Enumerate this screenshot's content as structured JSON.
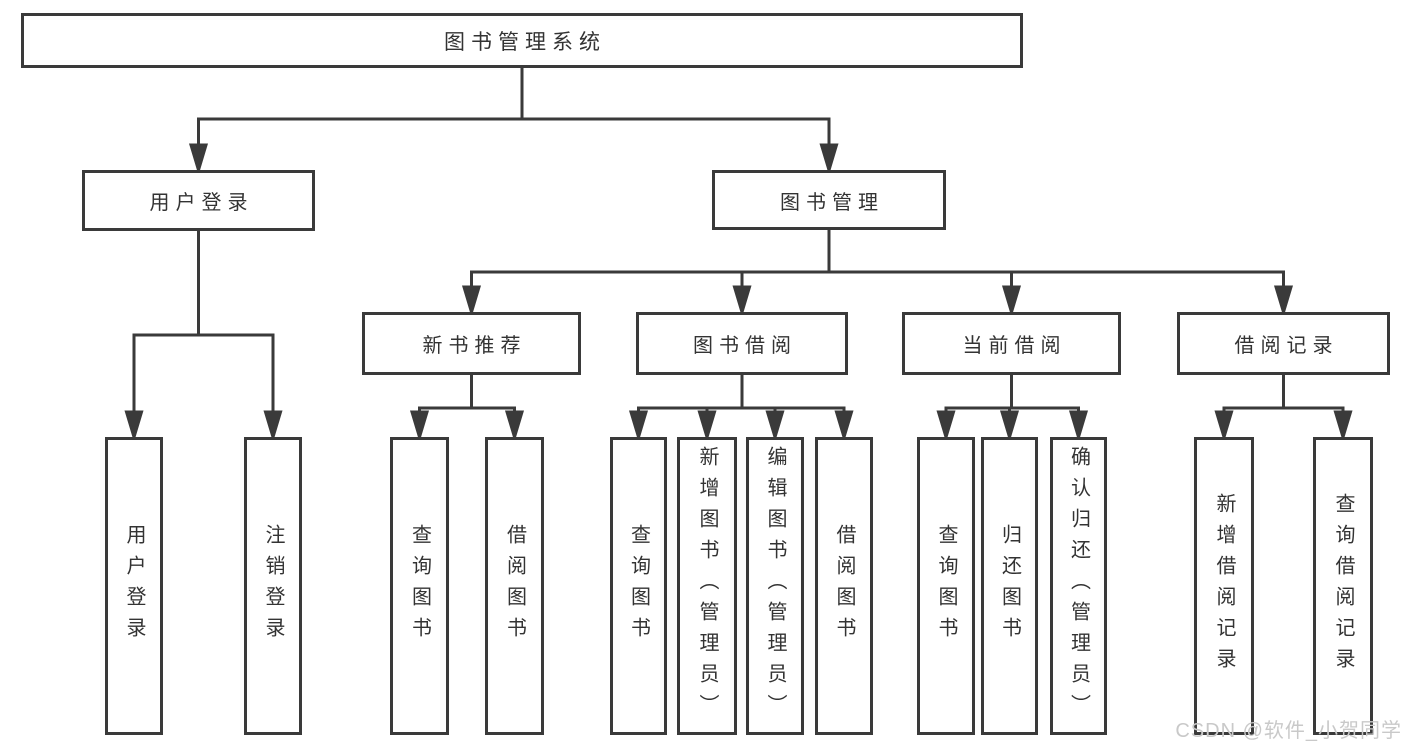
{
  "diagram": {
    "root": {
      "label": "图书管理系统"
    },
    "branches": [
      {
        "label": "用户登录",
        "children": [
          {
            "label": "用户登录"
          },
          {
            "label": "注销登录"
          }
        ]
      },
      {
        "label": "图书管理",
        "children": [
          {
            "label": "新书推荐",
            "children": [
              {
                "label": "查询图书"
              },
              {
                "label": "借阅图书"
              }
            ]
          },
          {
            "label": "图书借阅",
            "children": [
              {
                "label": "查询图书"
              },
              {
                "label": "新增图书（管理员）"
              },
              {
                "label": "编辑图书（管理员）"
              },
              {
                "label": "借阅图书"
              }
            ]
          },
          {
            "label": "当前借阅",
            "children": [
              {
                "label": "查询图书"
              },
              {
                "label": "归还图书"
              },
              {
                "label": "确认归还（管理员）"
              }
            ]
          },
          {
            "label": "借阅记录",
            "children": [
              {
                "label": "新增借阅记录"
              },
              {
                "label": "查询借阅记录"
              }
            ]
          }
        ]
      }
    ]
  },
  "watermark": {
    "text": "CSDN @软件_小贺同学"
  },
  "colors": {
    "line": "#3a3a3a",
    "text": "#333333",
    "watermark": "#c9c9c9",
    "background": "#ffffff"
  }
}
